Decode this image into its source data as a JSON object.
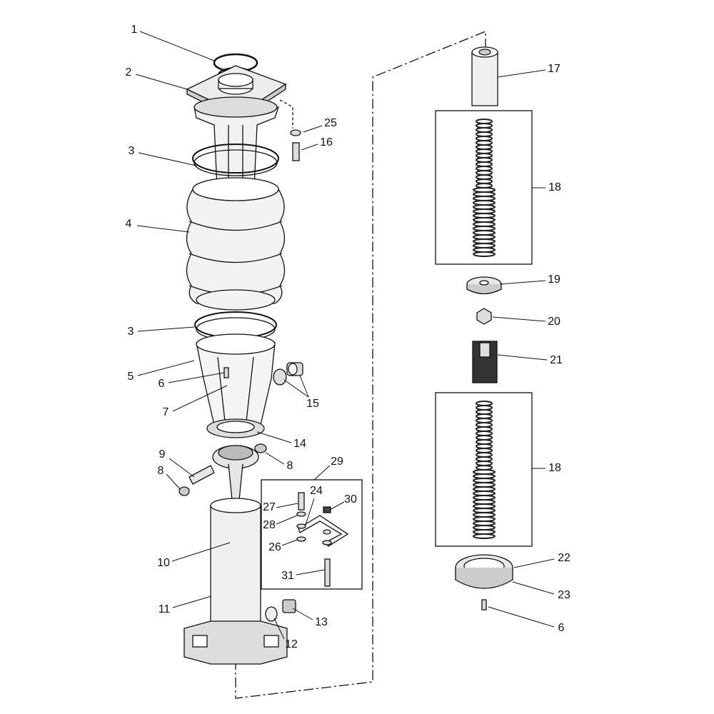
{
  "callouts": [
    {
      "id": "c1",
      "text": "1"
    },
    {
      "id": "c2",
      "text": "2"
    },
    {
      "id": "c3a",
      "text": "3"
    },
    {
      "id": "c4",
      "text": "4"
    },
    {
      "id": "c3b",
      "text": "3"
    },
    {
      "id": "c5",
      "text": "5"
    },
    {
      "id": "c6a",
      "text": "6"
    },
    {
      "id": "c7",
      "text": "7"
    },
    {
      "id": "c15",
      "text": "15"
    },
    {
      "id": "c14",
      "text": "14"
    },
    {
      "id": "c8a",
      "text": "8"
    },
    {
      "id": "c9",
      "text": "9"
    },
    {
      "id": "c8b",
      "text": "8"
    },
    {
      "id": "c29",
      "text": "29"
    },
    {
      "id": "c24",
      "text": "24"
    },
    {
      "id": "c30",
      "text": "30"
    },
    {
      "id": "c27",
      "text": "27"
    },
    {
      "id": "c28",
      "text": "28"
    },
    {
      "id": "c26",
      "text": "26"
    },
    {
      "id": "c31",
      "text": "31"
    },
    {
      "id": "c10",
      "text": "10"
    },
    {
      "id": "c11",
      "text": "11"
    },
    {
      "id": "c12",
      "text": "12"
    },
    {
      "id": "c13",
      "text": "13"
    },
    {
      "id": "c17",
      "text": "17"
    },
    {
      "id": "c18a",
      "text": "18"
    },
    {
      "id": "c19",
      "text": "19"
    },
    {
      "id": "c20",
      "text": "20"
    },
    {
      "id": "c21",
      "text": "21"
    },
    {
      "id": "c18b",
      "text": "18"
    },
    {
      "id": "c22",
      "text": "22"
    },
    {
      "id": "c23",
      "text": "23"
    },
    {
      "id": "c6b",
      "text": "6"
    },
    {
      "id": "c25",
      "text": "25"
    },
    {
      "id": "c16",
      "text": "16"
    }
  ],
  "colors": {
    "line": "#111111",
    "part_fill": "#ececec",
    "shadow": "#bdbdbd"
  }
}
